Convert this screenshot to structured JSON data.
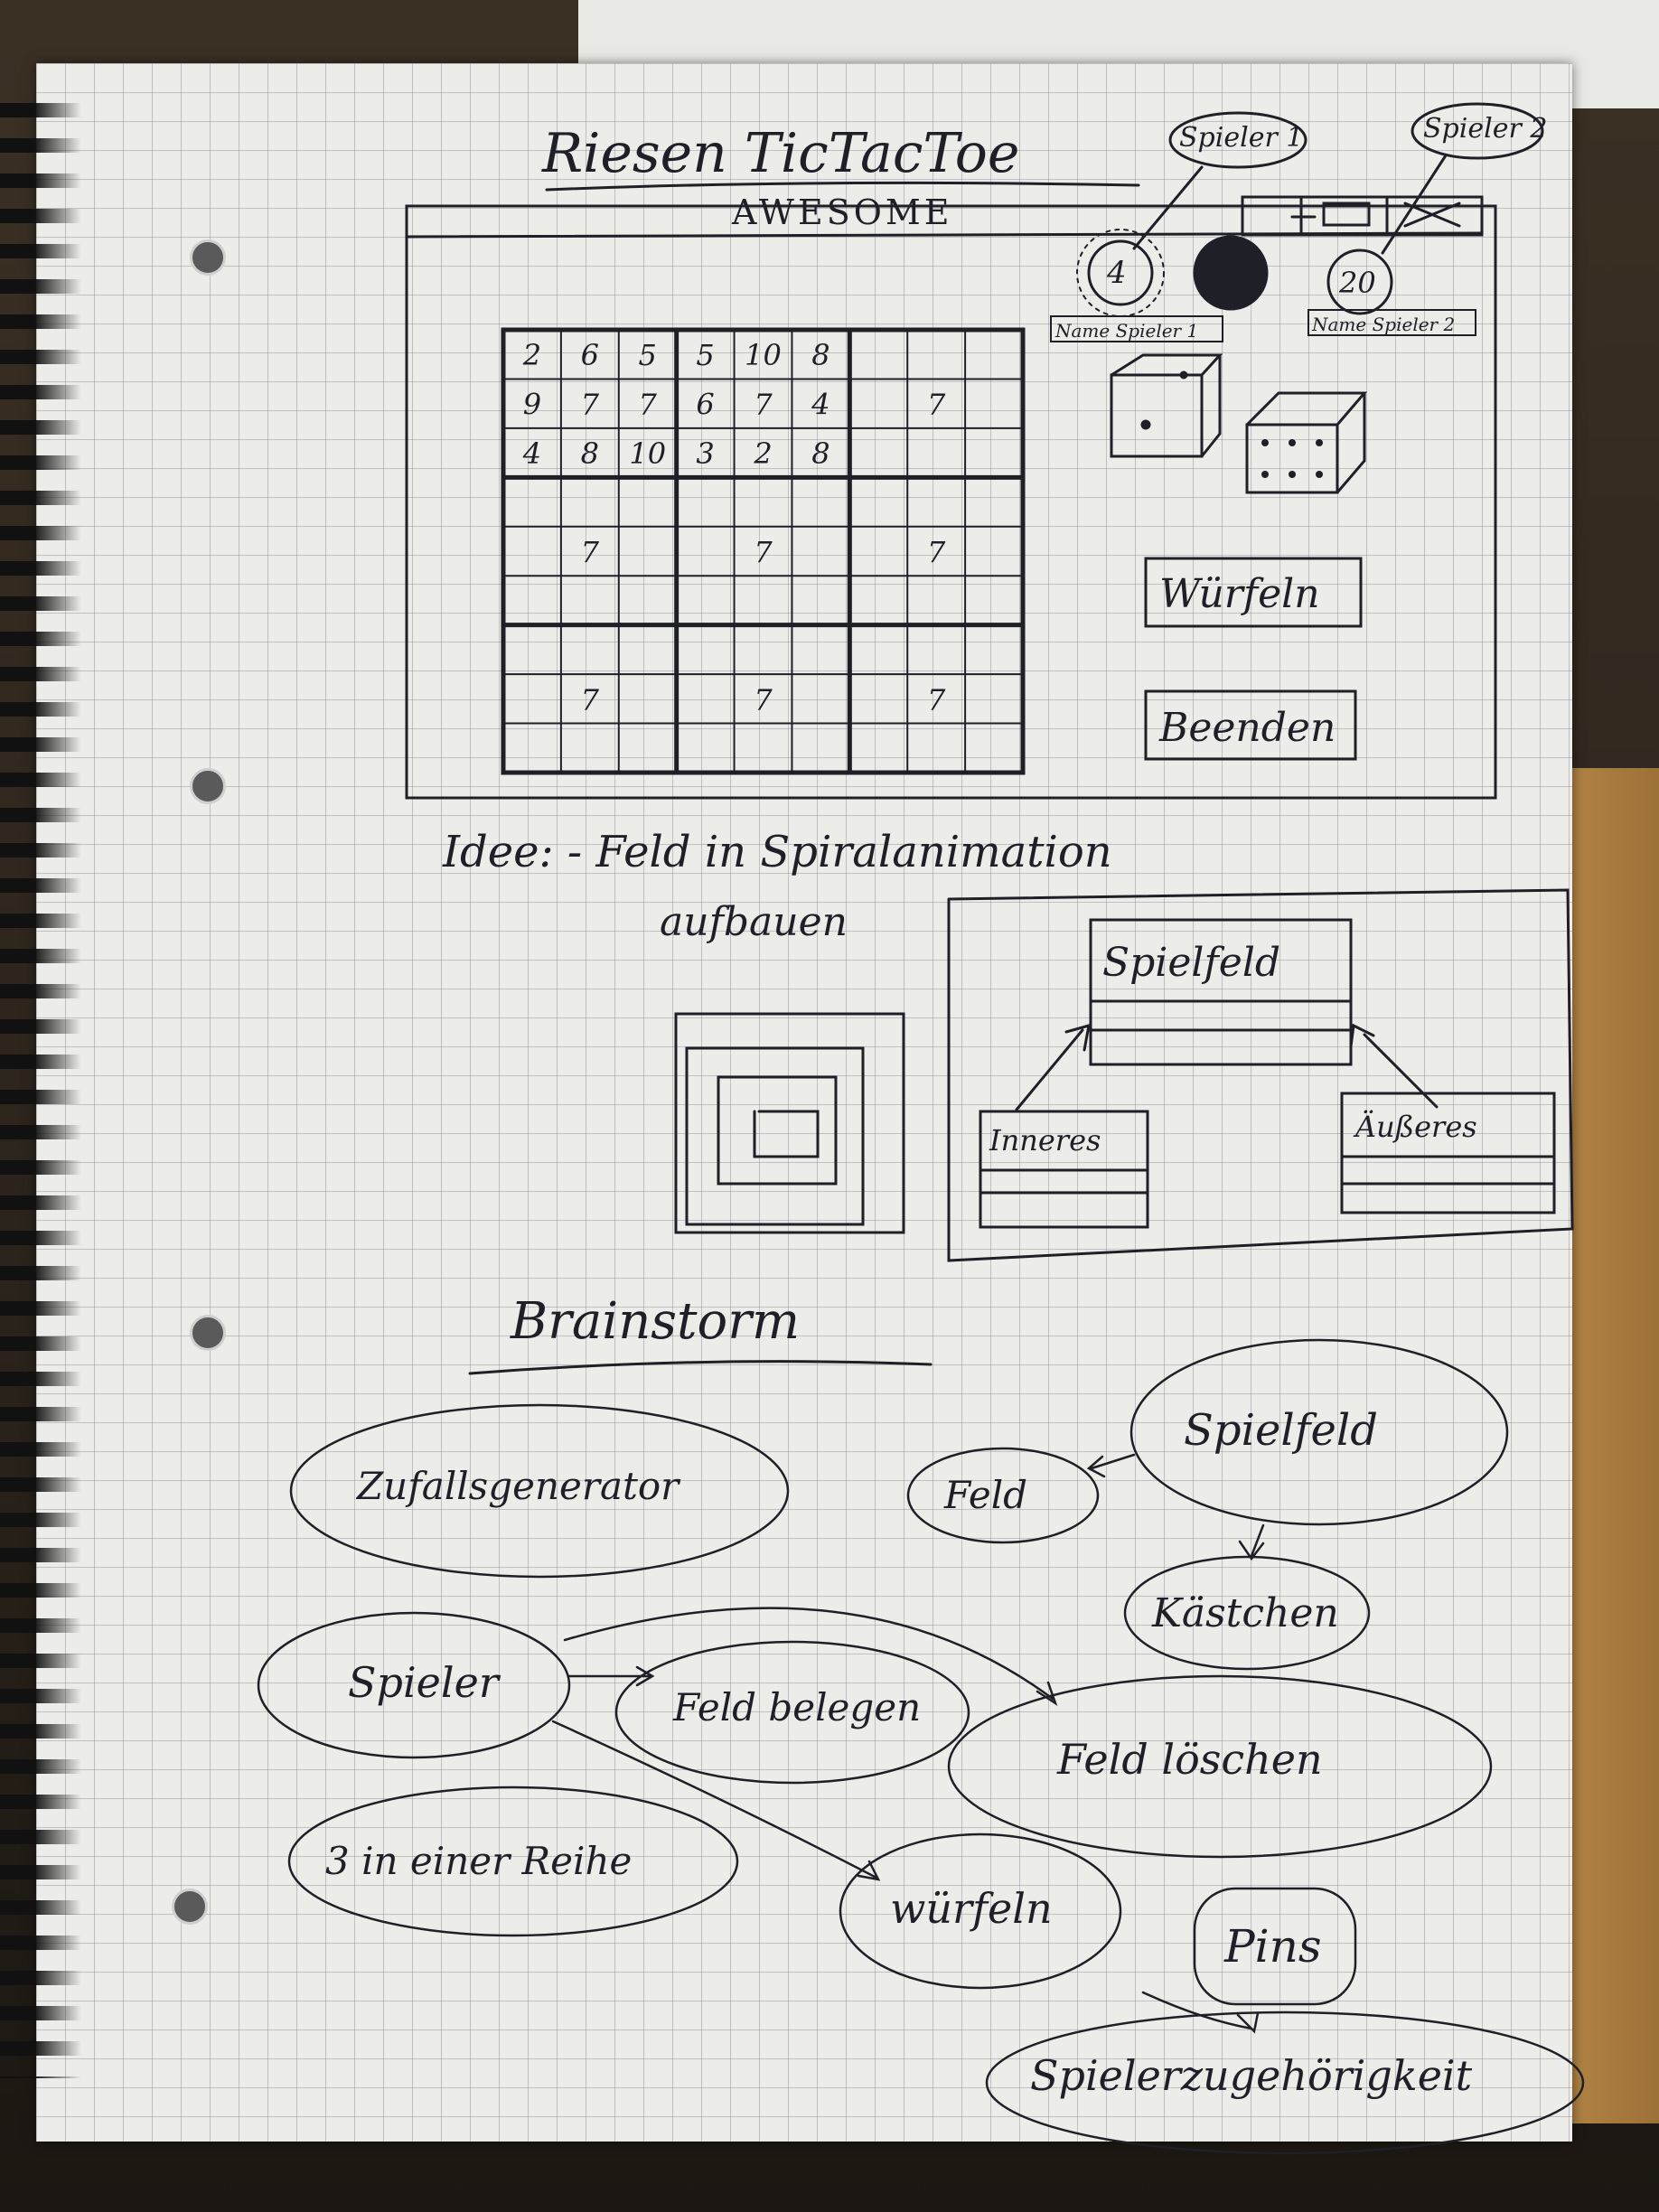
{
  "title": "Riesen TicTacToe",
  "window_title": "AWESOME",
  "players": [
    {
      "tag": "Spieler 1",
      "score": "4",
      "name_label": "Name Spieler 1"
    },
    {
      "tag": "Spieler 2",
      "score": "20",
      "name_label": "Name Spieler 2"
    }
  ],
  "buttons": {
    "roll": "Würfeln",
    "quit": "Beenden"
  },
  "grid": {
    "rows": [
      [
        "2",
        "6",
        "5",
        "5",
        "10",
        "8",
        "",
        "",
        ""
      ],
      [
        "9",
        "7",
        "7",
        "6",
        "7",
        "4",
        "",
        "7",
        ""
      ],
      [
        "4",
        "8",
        "10",
        "3",
        "2",
        "8",
        "",
        "",
        ""
      ],
      [
        "",
        "",
        "",
        "",
        "",
        "",
        "",
        "",
        ""
      ],
      [
        "",
        "7",
        "",
        "",
        "7",
        "",
        "",
        "7",
        ""
      ],
      [
        "",
        "",
        "",
        "",
        "",
        "",
        "",
        "",
        ""
      ],
      [
        "",
        "",
        "",
        "",
        "",
        "",
        "",
        "",
        ""
      ],
      [
        "",
        "7",
        "",
        "",
        "7",
        "",
        "",
        "7",
        ""
      ],
      [
        "",
        "",
        "",
        "",
        "",
        "",
        "",
        "",
        ""
      ]
    ]
  },
  "idea": {
    "line1": "Idee: - Feld in Spiralanimation",
    "line2": "aufbauen"
  },
  "uml": {
    "parent": "Spielfeld",
    "left": "Inneres",
    "right": "Äußeres"
  },
  "brainstorm": {
    "heading": "Brainstorm",
    "nodes": [
      "Zufallsgenerator",
      "Feld",
      "Spielfeld",
      "Kästchen",
      "Spieler",
      "Feld belegen",
      "Feld löschen",
      "3 in einer Reihe",
      "würfeln",
      "Pins",
      "Spielerzugehörigkeit"
    ]
  },
  "colors": {
    "ink": "#1f1f28",
    "paper": "#ecece8",
    "grid": "#6e6e82"
  }
}
